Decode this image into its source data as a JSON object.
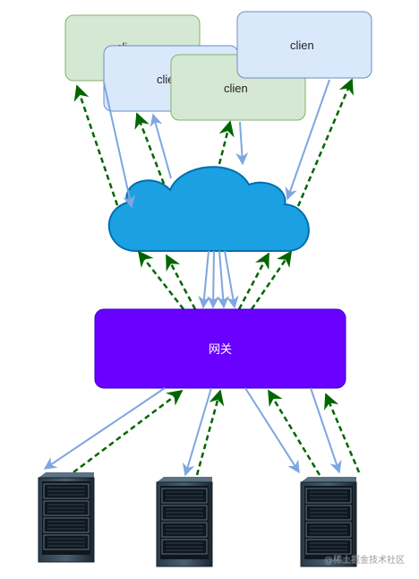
{
  "clients": [
    {
      "label": "cli",
      "fill": "#d5e8d4",
      "stroke": "#82b366"
    },
    {
      "label": "clie",
      "fill": "#dae8fc",
      "stroke": "#6c8ebf"
    },
    {
      "label": "clien",
      "fill": "#d5e8d4",
      "stroke": "#82b366"
    },
    {
      "label": "clien",
      "fill": "#dae8fc",
      "stroke": "#6c8ebf"
    }
  ],
  "cloud": {
    "fill": "#1ba1e2",
    "stroke": "#006eaf"
  },
  "gateway": {
    "label": "网关",
    "fill": "#6a00ff",
    "stroke": "#3700cc"
  },
  "servers": [
    {
      "icon": "server-rack-icon"
    },
    {
      "icon": "server-rack-icon"
    },
    {
      "icon": "server-rack-icon"
    }
  ],
  "arrows": {
    "request_color": "#7ea6e0",
    "response_color": "#006600"
  },
  "watermark": "@稀土掘金技术社区"
}
